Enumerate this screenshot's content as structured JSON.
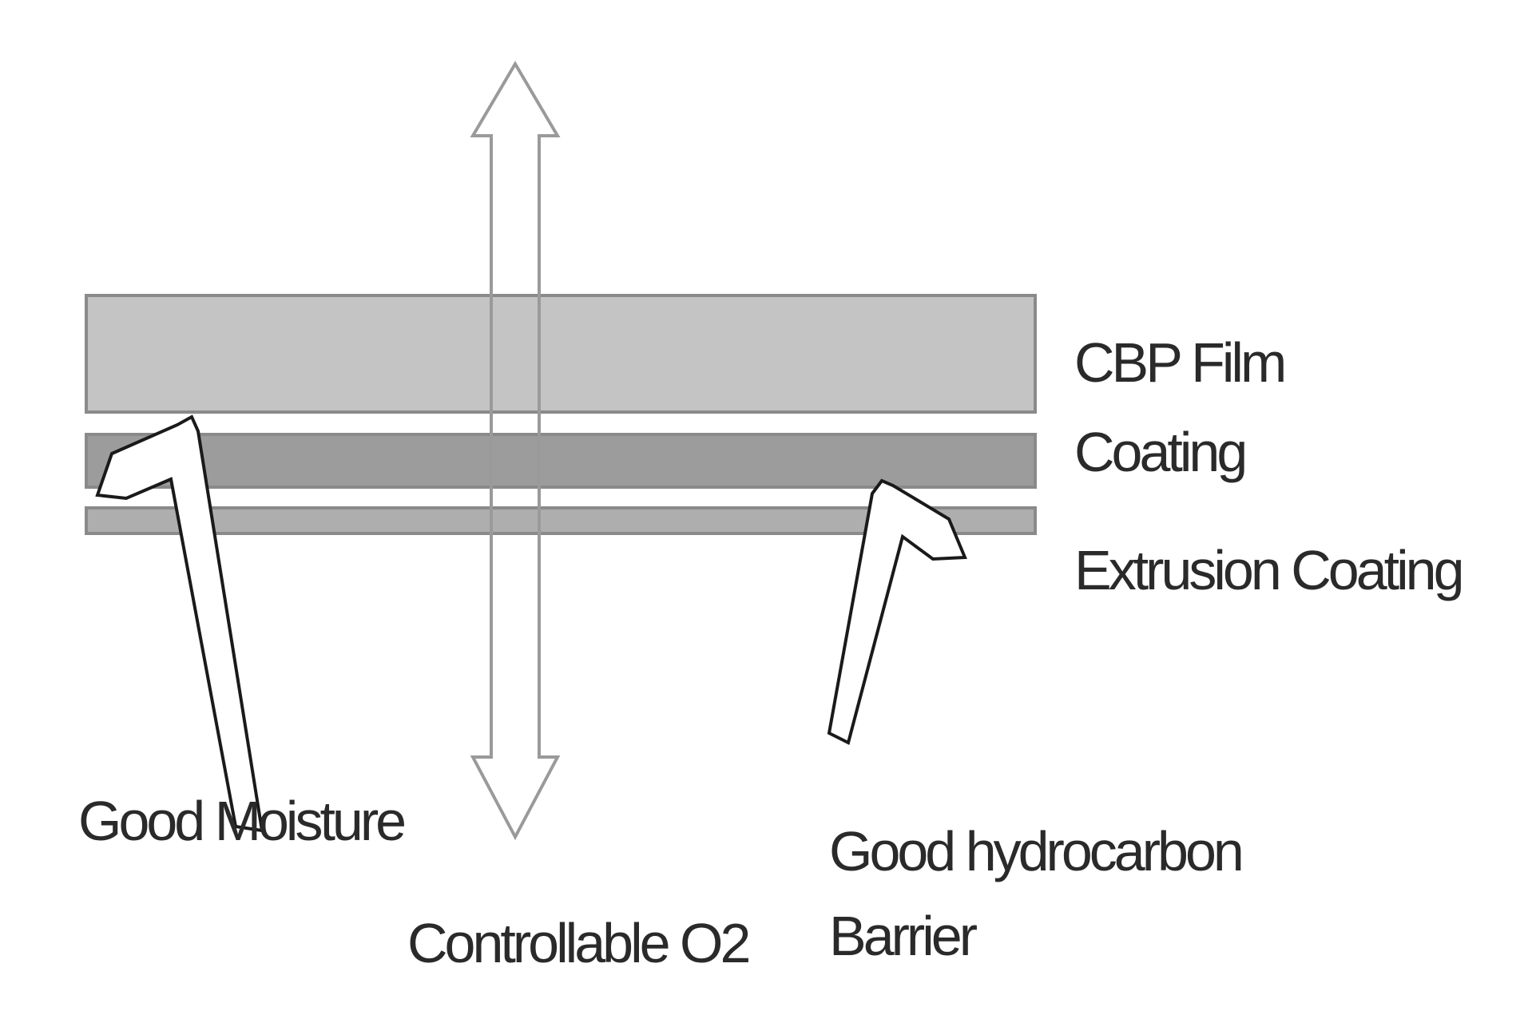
{
  "layers": [
    {
      "name": "CBP Film",
      "fill": "#c4c4c4"
    },
    {
      "name": "Coating",
      "fill": "#9c9c9c"
    },
    {
      "name": "Extrusion Coating",
      "fill": "#aeaeae"
    }
  ],
  "arrows": {
    "oxygen": {
      "label": "Controllable O2"
    },
    "moisture": {
      "label": "Good Moisture"
    },
    "hydrocarbon": {
      "label_line1": "Good hydrocarbon",
      "label_line2": "Barrier"
    }
  },
  "colors": {
    "background": "#ffffff",
    "outline": "#8a8a8a",
    "text": "#2a2a2a"
  }
}
